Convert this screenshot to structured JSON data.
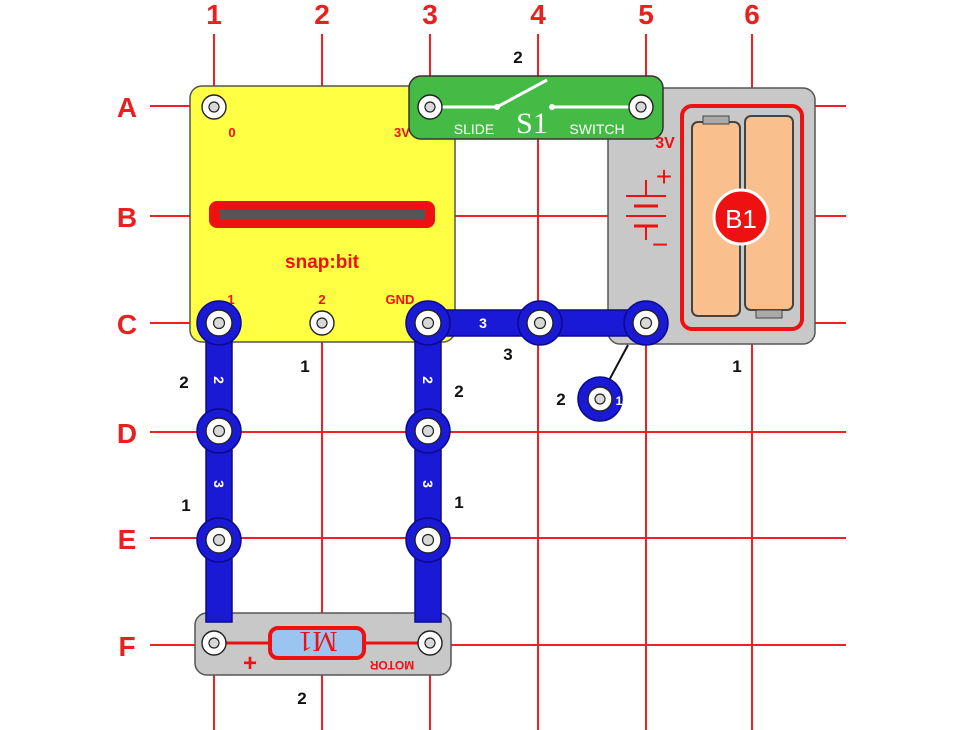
{
  "grid": {
    "columns": [
      "1",
      "2",
      "3",
      "4",
      "5",
      "6"
    ],
    "rows": [
      "A",
      "B",
      "C",
      "D",
      "E",
      "F"
    ]
  },
  "parts": {
    "snapbit": {
      "name": "snap:bit",
      "pin_0": "0",
      "pin_3v": "3V",
      "pin_1": "1",
      "pin_2": "2",
      "pin_gnd": "GND",
      "level": "1"
    },
    "switch": {
      "label_left": "SLIDE",
      "label_id": "S1",
      "label_right": "SWITCH",
      "level": "2"
    },
    "battery": {
      "label": "B1",
      "voltage": "3V",
      "plus": "+",
      "minus": "−",
      "level": "1",
      "holder_color": "#c8c8c8",
      "cell_color": "#f9c08e"
    },
    "motor": {
      "label": "M1",
      "text": "MOTOR",
      "plus": "+",
      "level": "2"
    },
    "wires": {
      "c1_d1": {
        "number": "2",
        "level": "2"
      },
      "d1_e1": {
        "number": "3",
        "level": "1"
      },
      "c3_d3": {
        "number": "2",
        "level": "2"
      },
      "d3_e3": {
        "number": "3",
        "level": "1"
      },
      "c3_c5": {
        "number": "3",
        "level": "3"
      },
      "single": {
        "number": "1",
        "level": "2"
      }
    }
  },
  "colors": {
    "grid": "#ee2222",
    "wire": "#1a1ad6",
    "snapbit": "#ffff44",
    "switch": "#44bb44",
    "motor_body": "#c8c8c8"
  }
}
